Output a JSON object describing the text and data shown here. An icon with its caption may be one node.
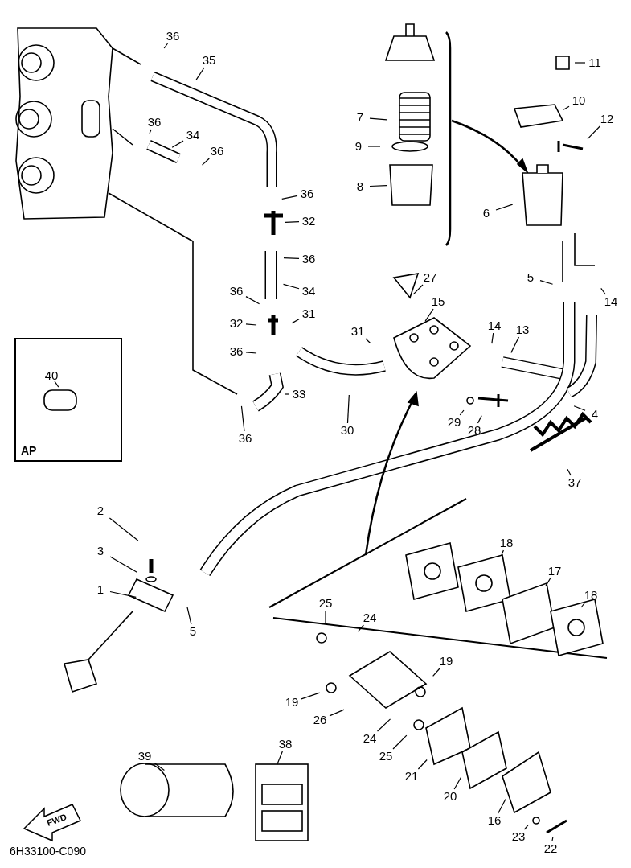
{
  "diagram": {
    "nodes": [
      {
        "text": [
          "36"
        ]
      },
      {
        "text": [
          "35"
        ]
      },
      {
        "text": [
          "36"
        ]
      },
      {
        "text": [
          "34"
        ]
      },
      {
        "text": [
          "36"
        ]
      },
      {
        "text": [
          "11"
        ]
      },
      {
        "text": [
          "7"
        ]
      },
      {
        "text": [
          "10"
        ]
      },
      {
        "text": [
          "12"
        ]
      },
      {
        "text": [
          "9"
        ]
      },
      {
        "text": [
          "8"
        ]
      },
      {
        "text": [
          "36"
        ]
      },
      {
        "text": [
          "6"
        ]
      },
      {
        "text": [
          "32"
        ]
      },
      {
        "text": [
          "36"
        ]
      },
      {
        "text": [
          "27"
        ]
      },
      {
        "text": [
          "5"
        ]
      },
      {
        "text": [
          "14"
        ]
      },
      {
        "text": [
          "34"
        ]
      },
      {
        "text": [
          "15"
        ]
      },
      {
        "text": [
          "36"
        ]
      },
      {
        "text": [
          "31"
        ]
      },
      {
        "text": [
          "32"
        ]
      },
      {
        "text": [
          "31"
        ]
      },
      {
        "text": [
          "14"
        ]
      },
      {
        "text": [
          "13"
        ]
      },
      {
        "text": [
          "36"
        ]
      },
      {
        "text": [
          "AP"
        ]
      },
      {
        "text": [
          "40"
        ],
        "in": 27
      },
      {
        "text": [
          "33"
        ]
      },
      {
        "text": [
          "29"
        ]
      },
      {
        "text": [
          "4"
        ]
      },
      {
        "text": [
          "30"
        ]
      },
      {
        "text": [
          "28"
        ]
      },
      {
        "text": [
          "36"
        ]
      },
      {
        "text": [
          "37"
        ]
      },
      {
        "text": [
          "2"
        ]
      },
      {
        "text": [
          "18"
        ]
      },
      {
        "text": [
          "3"
        ]
      },
      {
        "text": [
          "17"
        ]
      },
      {
        "text": [
          "1"
        ]
      },
      {
        "text": [
          "18"
        ]
      },
      {
        "text": [
          "25"
        ]
      },
      {
        "text": [
          "24"
        ]
      },
      {
        "text": [
          "5"
        ]
      },
      {
        "text": [
          "19"
        ]
      },
      {
        "text": [
          "19"
        ]
      },
      {
        "text": [
          "26"
        ]
      },
      {
        "text": [
          "24"
        ]
      },
      {
        "text": [
          "25"
        ]
      },
      {
        "text": [
          "38"
        ]
      },
      {
        "text": [
          "39"
        ]
      },
      {
        "text": [
          "21"
        ]
      },
      {
        "text": [
          "20"
        ]
      },
      {
        "text": [
          "16"
        ]
      },
      {
        "text": [
          "23"
        ]
      },
      {
        "text": [
          "22"
        ]
      }
    ],
    "edges": [
      {
        "from": 0,
        "to": null,
        "arrow": "none"
      },
      {
        "from": 1,
        "to": null,
        "arrow": "none"
      },
      {
        "from": 2,
        "to": null,
        "arrow": "none"
      },
      {
        "from": 3,
        "to": null,
        "arrow": "none"
      },
      {
        "from": 4,
        "to": null,
        "arrow": "none"
      },
      {
        "from": 5,
        "to": null,
        "arrow": "none"
      },
      {
        "from": 6,
        "to": null,
        "arrow": "none"
      },
      {
        "from": 7,
        "to": null,
        "arrow": "none"
      },
      {
        "from": 8,
        "to": null,
        "arrow": "none"
      },
      {
        "from": 9,
        "to": null,
        "arrow": "none"
      },
      {
        "from": 10,
        "to": null,
        "arrow": "none"
      },
      {
        "from": 11,
        "to": null,
        "arrow": "none"
      },
      {
        "from": 12,
        "to": null,
        "arrow": "none"
      },
      {
        "from": 13,
        "to": null,
        "arrow": "none"
      },
      {
        "from": 14,
        "to": null,
        "arrow": "none"
      },
      {
        "from": 15,
        "to": null,
        "arrow": "none"
      },
      {
        "from": 16,
        "to": null,
        "arrow": "none"
      },
      {
        "from": 17,
        "to": null,
        "arrow": "none"
      },
      {
        "from": 18,
        "to": null,
        "arrow": "none"
      },
      {
        "from": 19,
        "to": null,
        "arrow": "none"
      },
      {
        "from": 20,
        "to": null,
        "arrow": "none"
      },
      {
        "from": 21,
        "to": null,
        "arrow": "none"
      },
      {
        "from": 22,
        "to": null,
        "arrow": "none"
      },
      {
        "from": 23,
        "to": null,
        "arrow": "none"
      },
      {
        "from": 24,
        "to": null,
        "arrow": "none"
      },
      {
        "from": 25,
        "to": null,
        "arrow": "none"
      },
      {
        "from": 26,
        "to": null,
        "arrow": "none"
      },
      {
        "from": 28,
        "to": null,
        "arrow": "none"
      },
      {
        "from": 29,
        "to": null,
        "arrow": "none"
      },
      {
        "from": 30,
        "to": null,
        "arrow": "none"
      },
      {
        "from": 31,
        "to": null,
        "arrow": "none"
      },
      {
        "from": 32,
        "to": null,
        "arrow": "none"
      },
      {
        "from": 33,
        "to": null,
        "arrow": "none"
      },
      {
        "from": 34,
        "to": null,
        "arrow": "none"
      },
      {
        "from": 35,
        "to": null,
        "arrow": "none"
      },
      {
        "from": 36,
        "to": null,
        "arrow": "none"
      },
      {
        "from": 37,
        "to": null,
        "arrow": "none"
      },
      {
        "from": 38,
        "to": null,
        "arrow": "none"
      },
      {
        "from": 39,
        "to": null,
        "arrow": "none"
      },
      {
        "from": 40,
        "to": null,
        "arrow": "none"
      },
      {
        "from": 41,
        "to": null,
        "arrow": "none"
      },
      {
        "from": 42,
        "to": null,
        "arrow": "none"
      },
      {
        "from": 43,
        "to": null,
        "arrow": "none"
      },
      {
        "from": 44,
        "to": null,
        "arrow": "none"
      },
      {
        "from": 45,
        "to": null,
        "arrow": "none"
      },
      {
        "from": 46,
        "to": null,
        "arrow": "none"
      },
      {
        "from": 47,
        "to": null,
        "arrow": "none"
      },
      {
        "from": 48,
        "to": null,
        "arrow": "none"
      },
      {
        "from": 49,
        "to": null,
        "arrow": "none"
      },
      {
        "from": 50,
        "to": null,
        "arrow": "none"
      },
      {
        "from": 51,
        "to": null,
        "arrow": "none"
      },
      {
        "from": 52,
        "to": null,
        "arrow": "none"
      },
      {
        "from": 53,
        "to": null,
        "arrow": "none"
      },
      {
        "from": 54,
        "to": null,
        "arrow": "none"
      },
      {
        "from": 55,
        "to": null,
        "arrow": "none"
      },
      {
        "from": 56,
        "to": null,
        "arrow": "none"
      }
    ],
    "labels": [
      "FWD",
      "6H33100-C090"
    ]
  }
}
